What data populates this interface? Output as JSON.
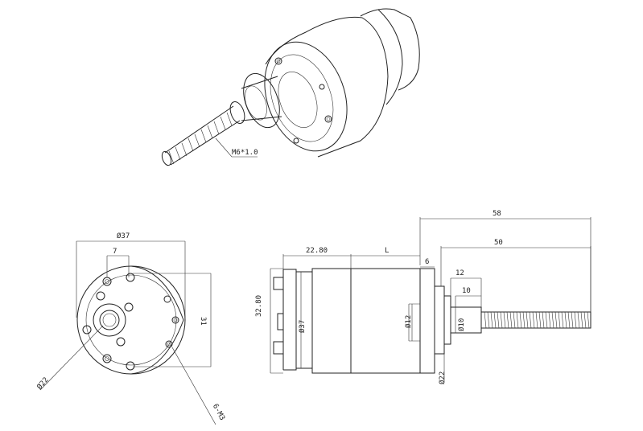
{
  "labels": {
    "thread": "M6*1.0",
    "dia37_top": "Ø37",
    "dim7": "7",
    "dim31": "31",
    "dia22_left": "Ø22",
    "dim_m3": "6-M3",
    "dim2280": "22.80",
    "dimL": "L",
    "dim58": "58",
    "dim50": "50",
    "dim6": "6",
    "dim12": "12",
    "dim10": "10",
    "dim3280": "32.80",
    "dia37_side": "Ø37",
    "dia12": "Ø12",
    "dia10": "Ø10",
    "dia22_side": "Ø22"
  },
  "colors": {
    "line": "#222222",
    "background": "#ffffff"
  }
}
